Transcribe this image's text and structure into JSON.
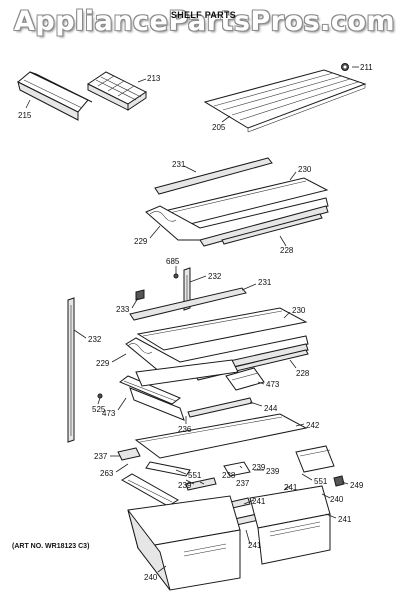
{
  "watermark": "AppliancePartsPros.com",
  "title": "SHELF PARTS",
  "art_number": "(ART NO. WR18123 C3)",
  "callouts": {
    "c211": "211",
    "c213": "213",
    "c215": "215",
    "c205": "205",
    "c231a": "231",
    "c230a": "230",
    "c229a": "229",
    "c228a": "228",
    "c685": "685",
    "c232a": "232",
    "c231b": "231",
    "c233": "233",
    "c232b": "232",
    "c230b": "230",
    "c229b": "229",
    "c228b": "228",
    "c473a": "473",
    "c525": "525",
    "c473b": "473",
    "c244": "244",
    "c236": "236",
    "c242": "242",
    "c237a": "237",
    "c263": "263",
    "c551a": "551",
    "c238": "238",
    "c239a": "239",
    "c239b": "239",
    "c237b": "237",
    "c239c": "239",
    "c551b": "551",
    "c249": "249",
    "c241a": "241",
    "c240a": "240",
    "c241b": "241",
    "c241c": "241",
    "c240b": "240"
  }
}
